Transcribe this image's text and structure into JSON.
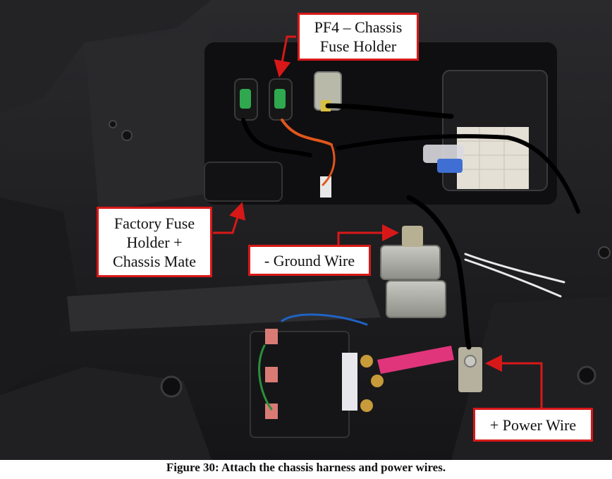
{
  "callouts": {
    "pf4": "PF4 – Chassis\nFuse Holder",
    "factory_fuse": "Factory Fuse\nHolder +\nChassis Mate",
    "ground_wire": "- Ground Wire",
    "power_wire": "+ Power Wire"
  },
  "caption": "Figure 30: Attach the chassis harness and power wires.",
  "colors": {
    "callout_border": "#d81818",
    "arrow": "#d81818",
    "panel_dark": "#1c1c1e"
  }
}
